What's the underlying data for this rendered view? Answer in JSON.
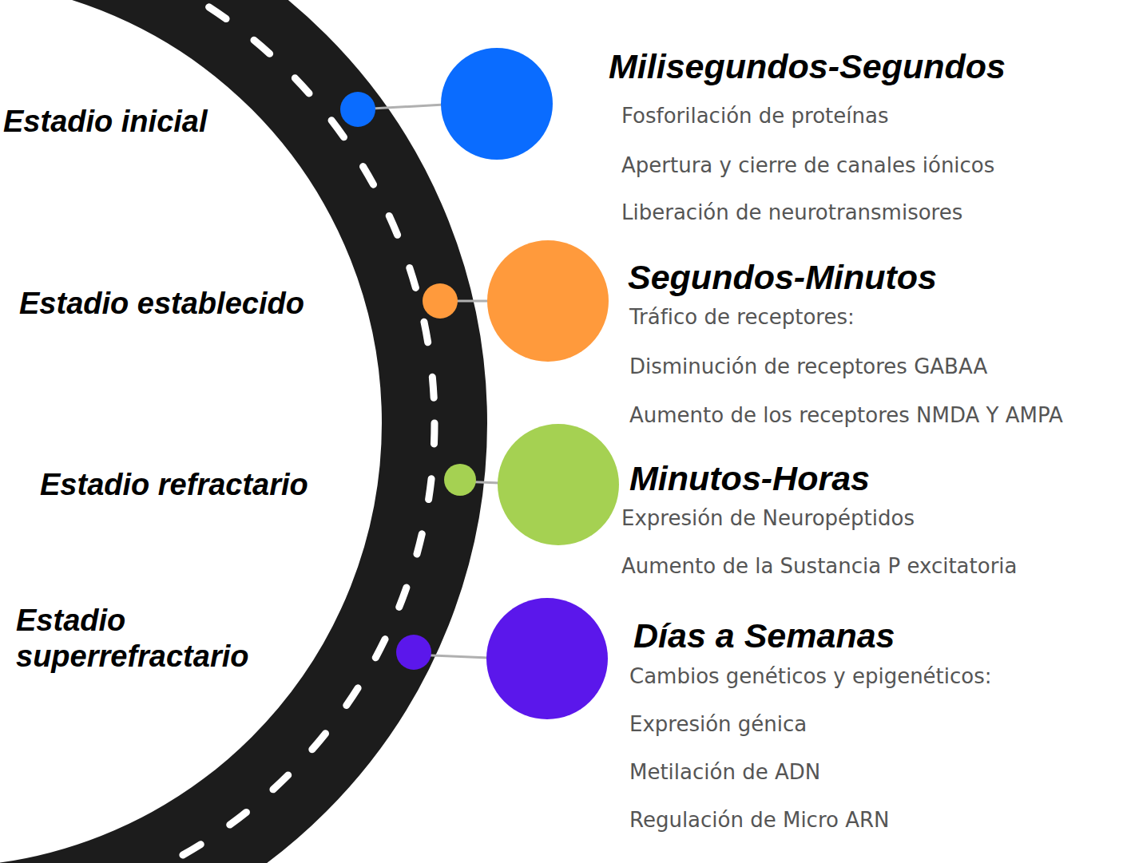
{
  "diagram": {
    "nodes": [
      {
        "text": [
          "Milisegundos-Segundos",
          "Fosforilación de proteínas",
          "Apertura y cierre de canales iónicos",
          "Liberación de neurotransmisores"
        ]
      },
      {
        "text": [
          "Segundos-Minutos",
          "Tráfico de receptores:",
          "Disminución de receptores GABAA",
          "Aumento de los receptores NMDA Y AMPA"
        ]
      },
      {
        "text": [
          "Minutos-Horas",
          "Expresión de Neuropéptidos",
          "Aumento de la Sustancia P excitatoria"
        ]
      },
      {
        "text": [
          "Días a Semanas",
          "Cambios genéticos y epigenéticos:",
          "Expresión génica",
          "Metilación de ADN",
          "Regulación de Micro ARN"
        ]
      }
    ],
    "labels": [
      "Estadio inicial",
      "Estadio establecido",
      "Estadio refractario",
      "Estadio superrefractario"
    ]
  }
}
